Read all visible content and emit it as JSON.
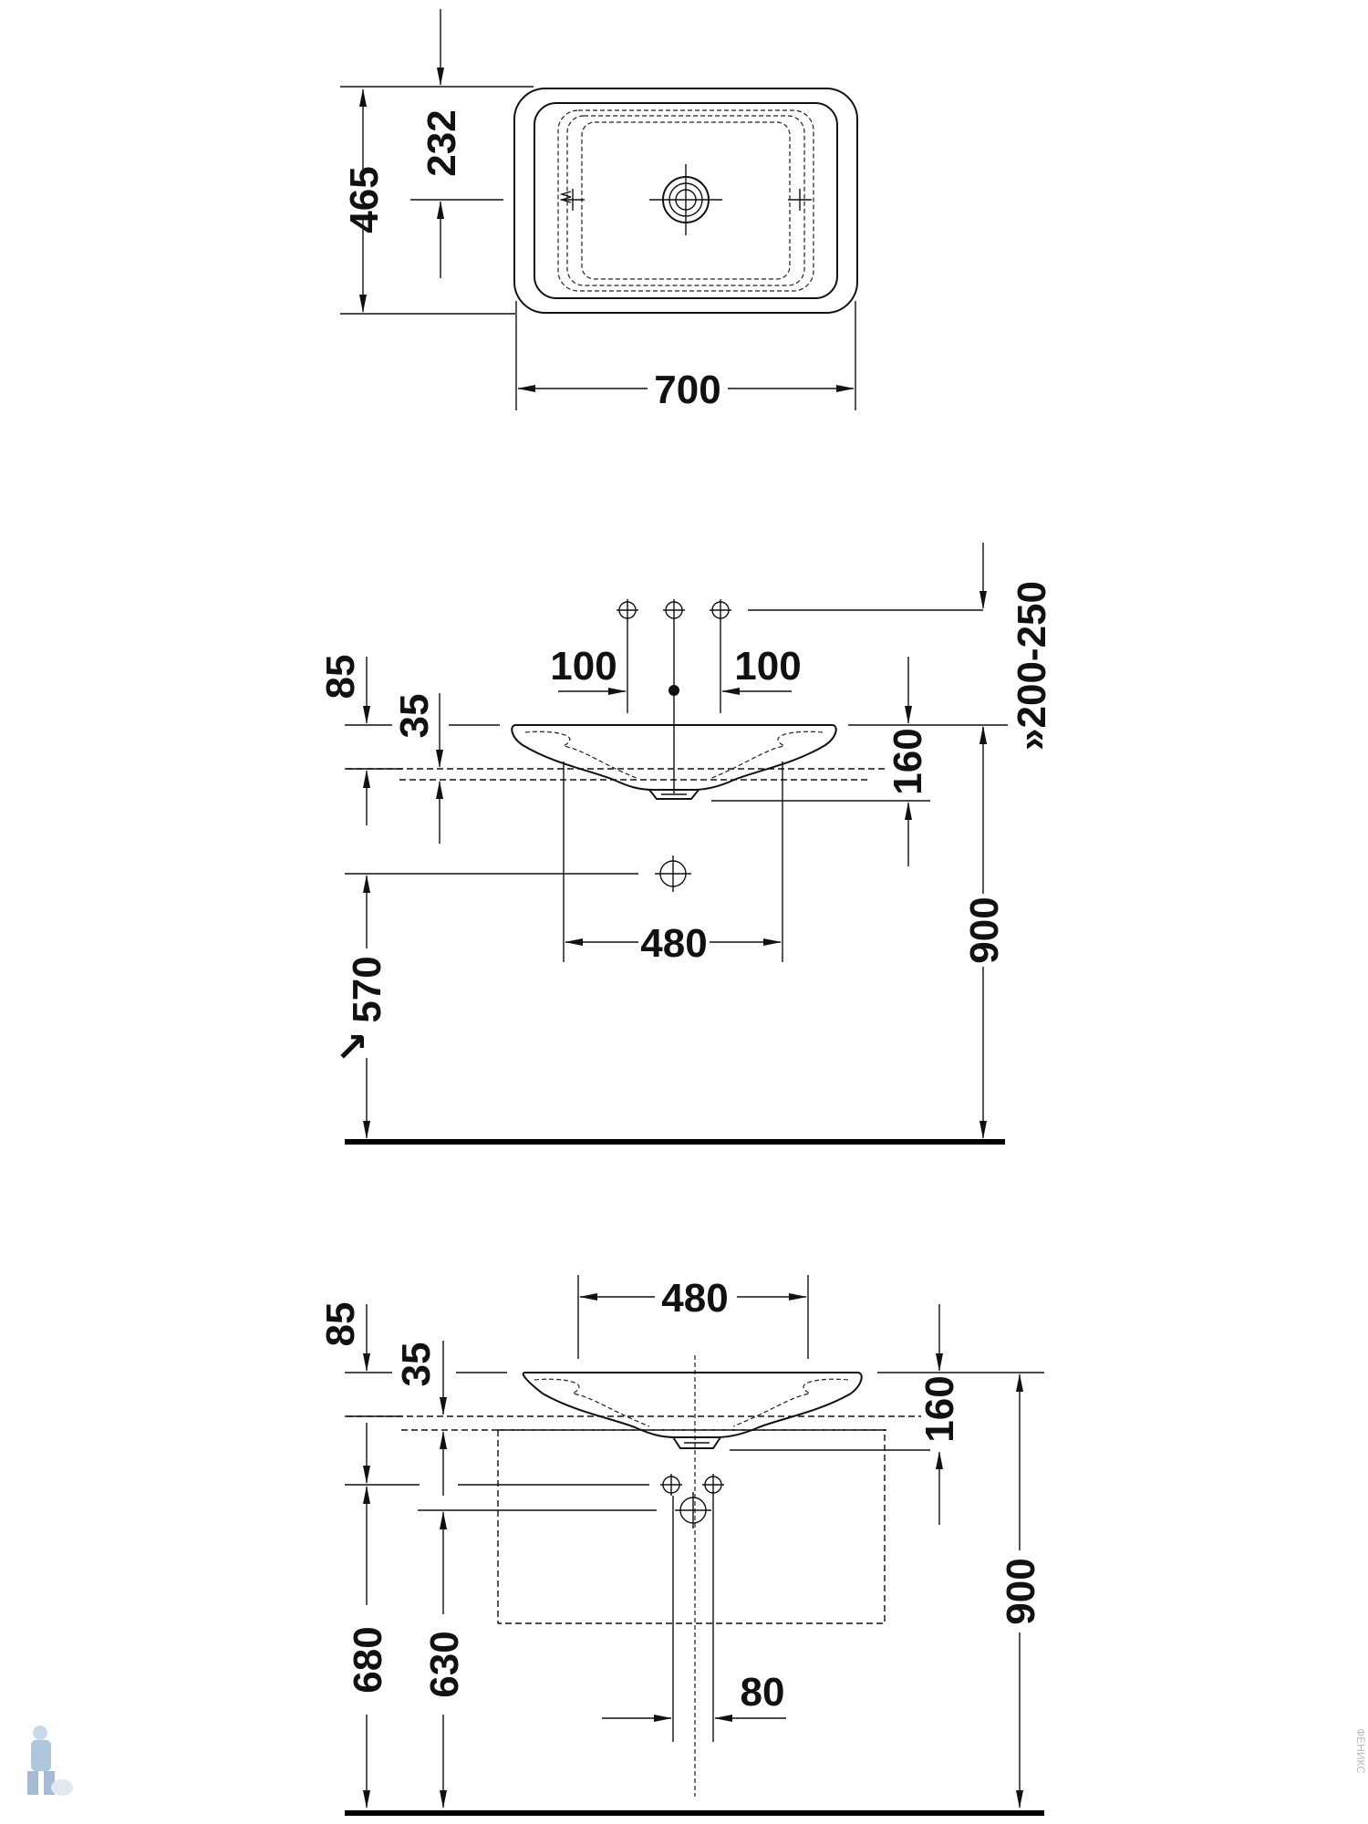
{
  "plan_view": {
    "depth_label": "465",
    "drain_offset_label": "232",
    "width_label": "700"
  },
  "wall_mounted_view": {
    "top_offset_label": "85",
    "rim_label": "35",
    "tap_spacing_left_label": "100",
    "tap_spacing_right_label": "100",
    "tap_height_label": "»200-250",
    "bowl_height_label": "160",
    "fixing_spacing_label": "480",
    "waste_height_label": "570",
    "waste_height_arrow": "↘",
    "mounting_height_label": "900"
  },
  "vanity_view": {
    "fixing_spacing_label": "480",
    "top_offset_label": "85",
    "rim_label": "35",
    "bowl_height_label": "160",
    "supply_height_label": "680",
    "waste_height_label": "630",
    "mounting_height_label": "900",
    "supply_spacing_label": "80"
  },
  "watermark": {
    "logo_icon": "plumber-mascot-icon",
    "side_text": "ФЕНИКС"
  }
}
